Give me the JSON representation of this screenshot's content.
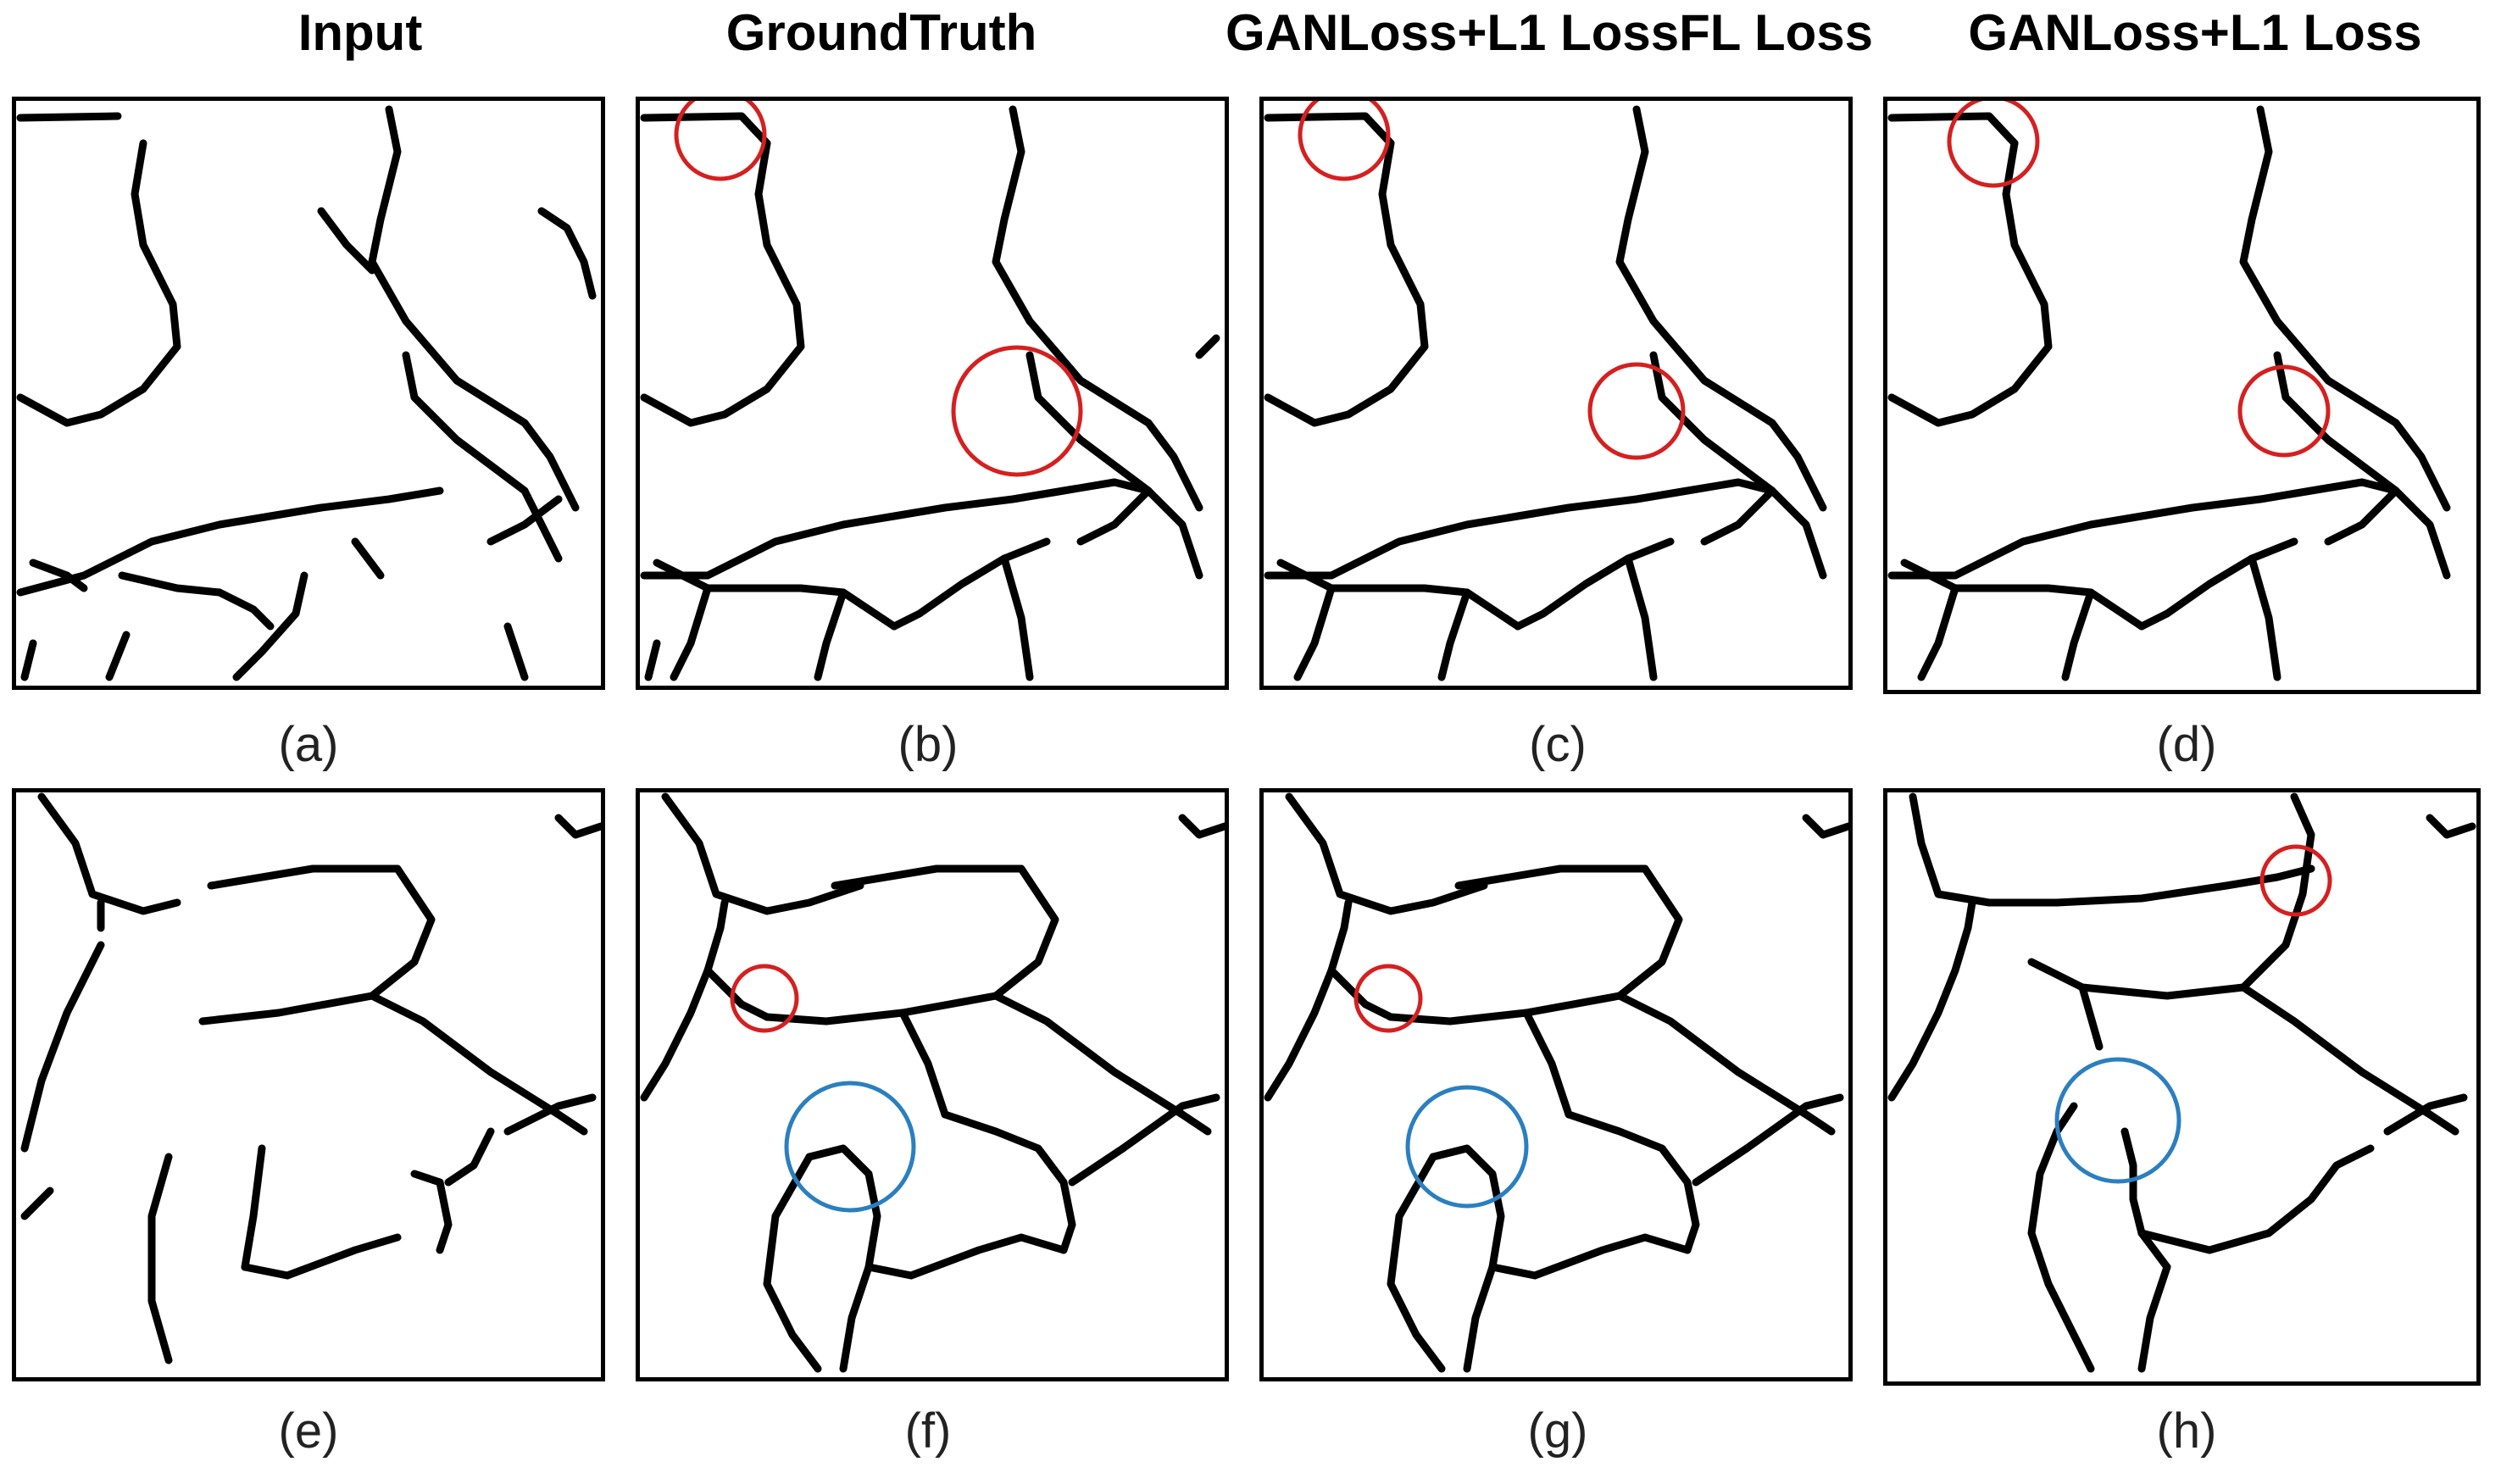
{
  "columns": [
    {
      "title": "Input"
    },
    {
      "title": "GroundTruth"
    },
    {
      "title": "GANLoss+L1 LossFL Loss"
    },
    {
      "title": "GANLoss+L1 Loss"
    }
  ],
  "panels": [
    {
      "caption": "(a)"
    },
    {
      "caption": "(b)"
    },
    {
      "caption": "(c)"
    },
    {
      "caption": "(d)"
    },
    {
      "caption": "(e)"
    },
    {
      "caption": "(f)"
    },
    {
      "caption": "(g)"
    },
    {
      "caption": "(h)"
    }
  ],
  "colors": {
    "boundary": "#000000",
    "red_circle": "#d42020",
    "blue_circle": "#2a7fc0"
  }
}
